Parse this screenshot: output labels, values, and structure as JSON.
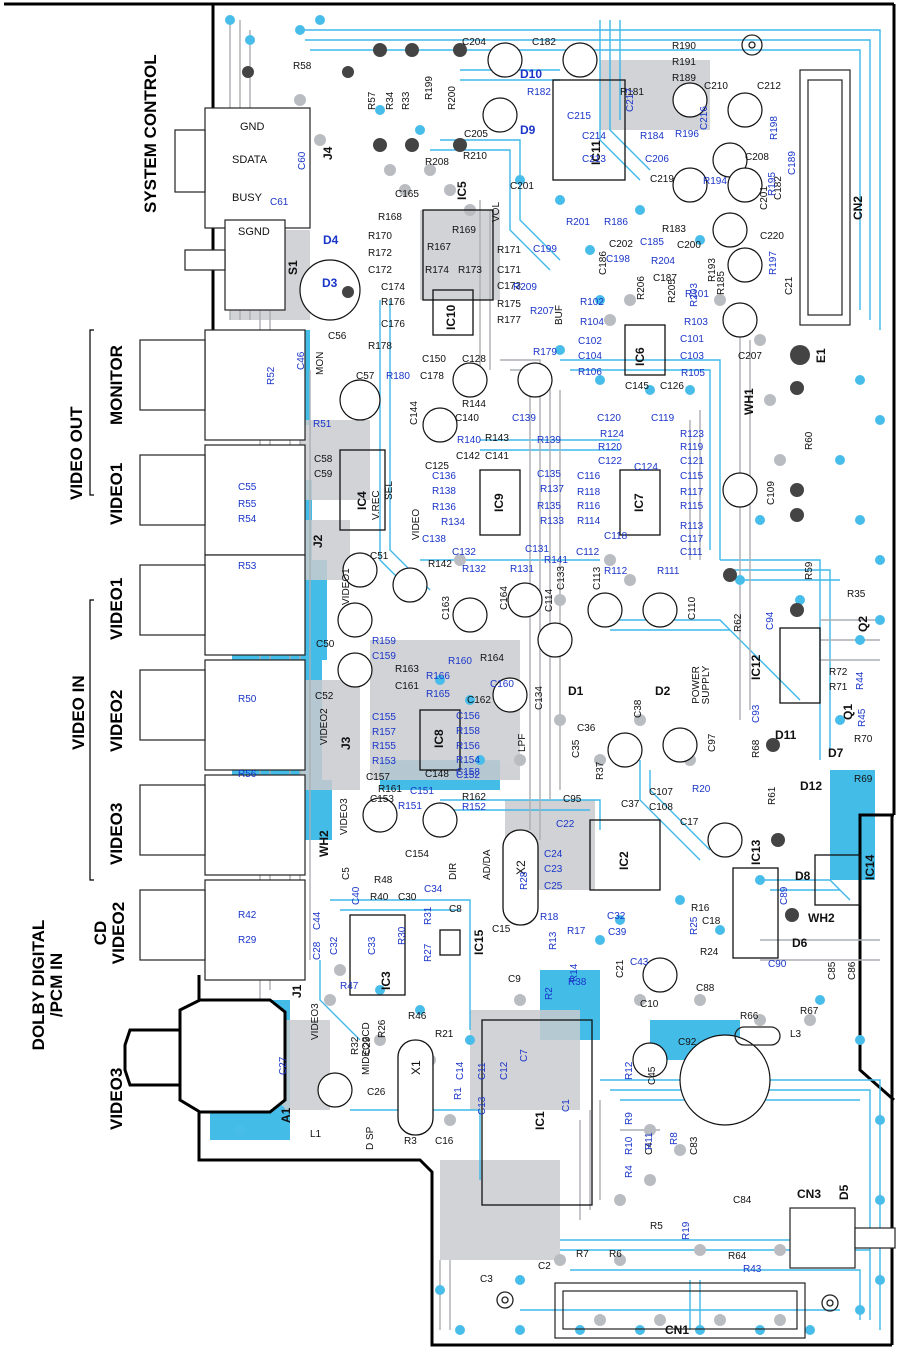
{
  "side_labels": {
    "system_control": "SYSTEM CONTROL",
    "video_out": "VIDEO OUT",
    "monitor": "MONITOR",
    "video1_out": "VIDEO1",
    "video_in": "VIDEO IN",
    "video1_in": "VIDEO1",
    "video2_in": "VIDEO2",
    "video3_in": "VIDEO3",
    "cd_video2": "CD VIDEO2",
    "dolby": "DOLBY DIGITAL /PCM IN",
    "video3_bottom": "VIDEO3"
  },
  "connector_pins": {
    "gnd": "GND",
    "sdata": "SDATA",
    "busy": "BUSY",
    "sgnd": "SGND"
  },
  "connectors": {
    "j4": "J4",
    "j2": "J2",
    "j3": "J3",
    "j1": "J1",
    "s1": "S1",
    "cn1": "CN1",
    "cn2": "CN2",
    "cn3": "CN3",
    "wh1": "WH1",
    "wh2": "WH2",
    "wh2b": "WH2",
    "a1": "A1",
    "e1": "E1",
    "x1": "X1",
    "x2": "X2",
    "l1": "L1",
    "l3": "L3"
  },
  "ics": {
    "ic1": "IC1",
    "ic2": "IC2",
    "ic3": "IC3",
    "ic4": "IC4",
    "ic5": "IC5",
    "ic6": "IC6",
    "ic7": "IC7",
    "ic8": "IC8",
    "ic9": "IC9",
    "ic10": "IC10",
    "ic11": "IC11",
    "ic12": "IC12",
    "ic13": "IC13",
    "ic14": "IC14",
    "ic15": "IC15"
  },
  "diodes": {
    "d1": "D1",
    "d2": "D2",
    "d3": "D3",
    "d4": "D4",
    "d5": "D5",
    "d6": "D6",
    "d7": "D7",
    "d8": "D8",
    "d9": "D9",
    "d10": "D10",
    "d11": "D11",
    "d12": "D12",
    "q1": "Q1",
    "q2": "Q2"
  },
  "silkscreen_text": {
    "mon": "MON",
    "video": "VIDEO",
    "vrec": "V.REC",
    "sel": "SEL",
    "video1": "VIDEO1",
    "video2": "VIDEO2",
    "video3": "VIDEO3",
    "lpf": "LPF",
    "power_supply": "POWER SUPPLY",
    "dir": "DIR",
    "adda": "AD/DA",
    "mideo2cd": "MIDEO2CD",
    "buf": "BUF",
    "vol": "VOL",
    "video3b": "VIDEO3",
    "d_sp": "D   SP"
  },
  "components_black": [
    "R58",
    "C204",
    "C182",
    "R190",
    "R191",
    "R189",
    "C210",
    "C212",
    "R57",
    "R34",
    "R33",
    "R199",
    "R200",
    "C205",
    "R208",
    "R210",
    "C201",
    "C165",
    "R168",
    "R169",
    "R167",
    "R170",
    "R172",
    "C172",
    "R174",
    "R173",
    "R171",
    "C171",
    "C174",
    "R176",
    "C176",
    "R178",
    "C173",
    "R175",
    "R177",
    "C150",
    "C128",
    "C56",
    "C57",
    "C178",
    "R144",
    "C144",
    "R143",
    "C142",
    "C125",
    "C141",
    "C140",
    "C58",
    "C59",
    "C51",
    "R142",
    "C164",
    "C163",
    "C133",
    "C114",
    "C113",
    "C110",
    "R62",
    "C50",
    "C52",
    "R163",
    "C161",
    "R164",
    "C134",
    "C162",
    "C36",
    "C35",
    "R37",
    "C107",
    "C37",
    "C108",
    "C95",
    "C38",
    "C17",
    "R68",
    "C97",
    "R61",
    "C153",
    "C154",
    "C157",
    "R161",
    "R162",
    "C148",
    "C5",
    "R48",
    "R40",
    "C30",
    "C8",
    "C15",
    "C9",
    "C10",
    "C88",
    "R66",
    "R67",
    "R46",
    "R21",
    "R26",
    "R32",
    "C29",
    "C26",
    "R3",
    "C16",
    "C3",
    "C2",
    "R7",
    "R6",
    "R5",
    "C84",
    "R64",
    "C86",
    "C85",
    "R16",
    "C18",
    "R24",
    "C21",
    "C92",
    "C45",
    "C4",
    "C83",
    "R72",
    "R71",
    "R70",
    "R69",
    "R35",
    "R60",
    "C109",
    "R59",
    "C207",
    "C145",
    "C126",
    "C187",
    "R193",
    "C202",
    "C200",
    "R183",
    "C220",
    "C208",
    "C219",
    "R206",
    "R205",
    "C186",
    "C21b",
    "C201b",
    "R185",
    "C182b",
    "R181"
  ],
  "components_blue": [
    "R182",
    "C215",
    "C214",
    "C213",
    "C217",
    "R184",
    "R196",
    "C206",
    "R198",
    "R194",
    "R195",
    "C60",
    "C61",
    "R201",
    "R186",
    "C185",
    "C198",
    "C199",
    "R204",
    "R197",
    "R209",
    "R203",
    "R101",
    "R102",
    "R103",
    "R104",
    "R207",
    "C102",
    "C101",
    "C104",
    "C103",
    "R106",
    "R105",
    "R179",
    "R180",
    "R52",
    "C46",
    "R51",
    "C55",
    "R55",
    "R54",
    "R53",
    "R140",
    "C139",
    "R139",
    "C136",
    "R138",
    "R136",
    "R134",
    "C138",
    "C132",
    "R132",
    "R131",
    "C131",
    "R133",
    "C135",
    "R137",
    "R135",
    "C120",
    "C119",
    "R124",
    "R123",
    "R120",
    "R119",
    "C122",
    "C121",
    "C116",
    "C124",
    "C115",
    "R118",
    "R117",
    "R116",
    "R115",
    "R114",
    "R113",
    "C118",
    "C117",
    "C112",
    "C111",
    "R112",
    "R111",
    "R141",
    "R159",
    "C159",
    "R160",
    "R166",
    "R165",
    "C160",
    "C156",
    "R158",
    "R156",
    "R154",
    "C155",
    "R157",
    "R155",
    "R153",
    "C152",
    "C158",
    "R151",
    "C151",
    "R152",
    "R50",
    "R56",
    "C94",
    "C93",
    "R44",
    "R45",
    "C44",
    "R42",
    "R29",
    "C28",
    "C32",
    "C40",
    "C34",
    "R31",
    "C33",
    "R30",
    "R27",
    "R47",
    "C27",
    "C22",
    "C24",
    "C23",
    "C25",
    "R28",
    "R18",
    "R17",
    "C32b",
    "R13",
    "C39",
    "C43",
    "R14",
    "R38",
    "R2",
    "C12",
    "C11",
    "C14",
    "C13",
    "R1",
    "C7",
    "C1",
    "R12",
    "R9",
    "R10",
    "R11",
    "R4",
    "R8",
    "R19",
    "R43",
    "C89",
    "C90",
    "R20",
    "R25",
    "C216",
    "C189"
  ]
}
